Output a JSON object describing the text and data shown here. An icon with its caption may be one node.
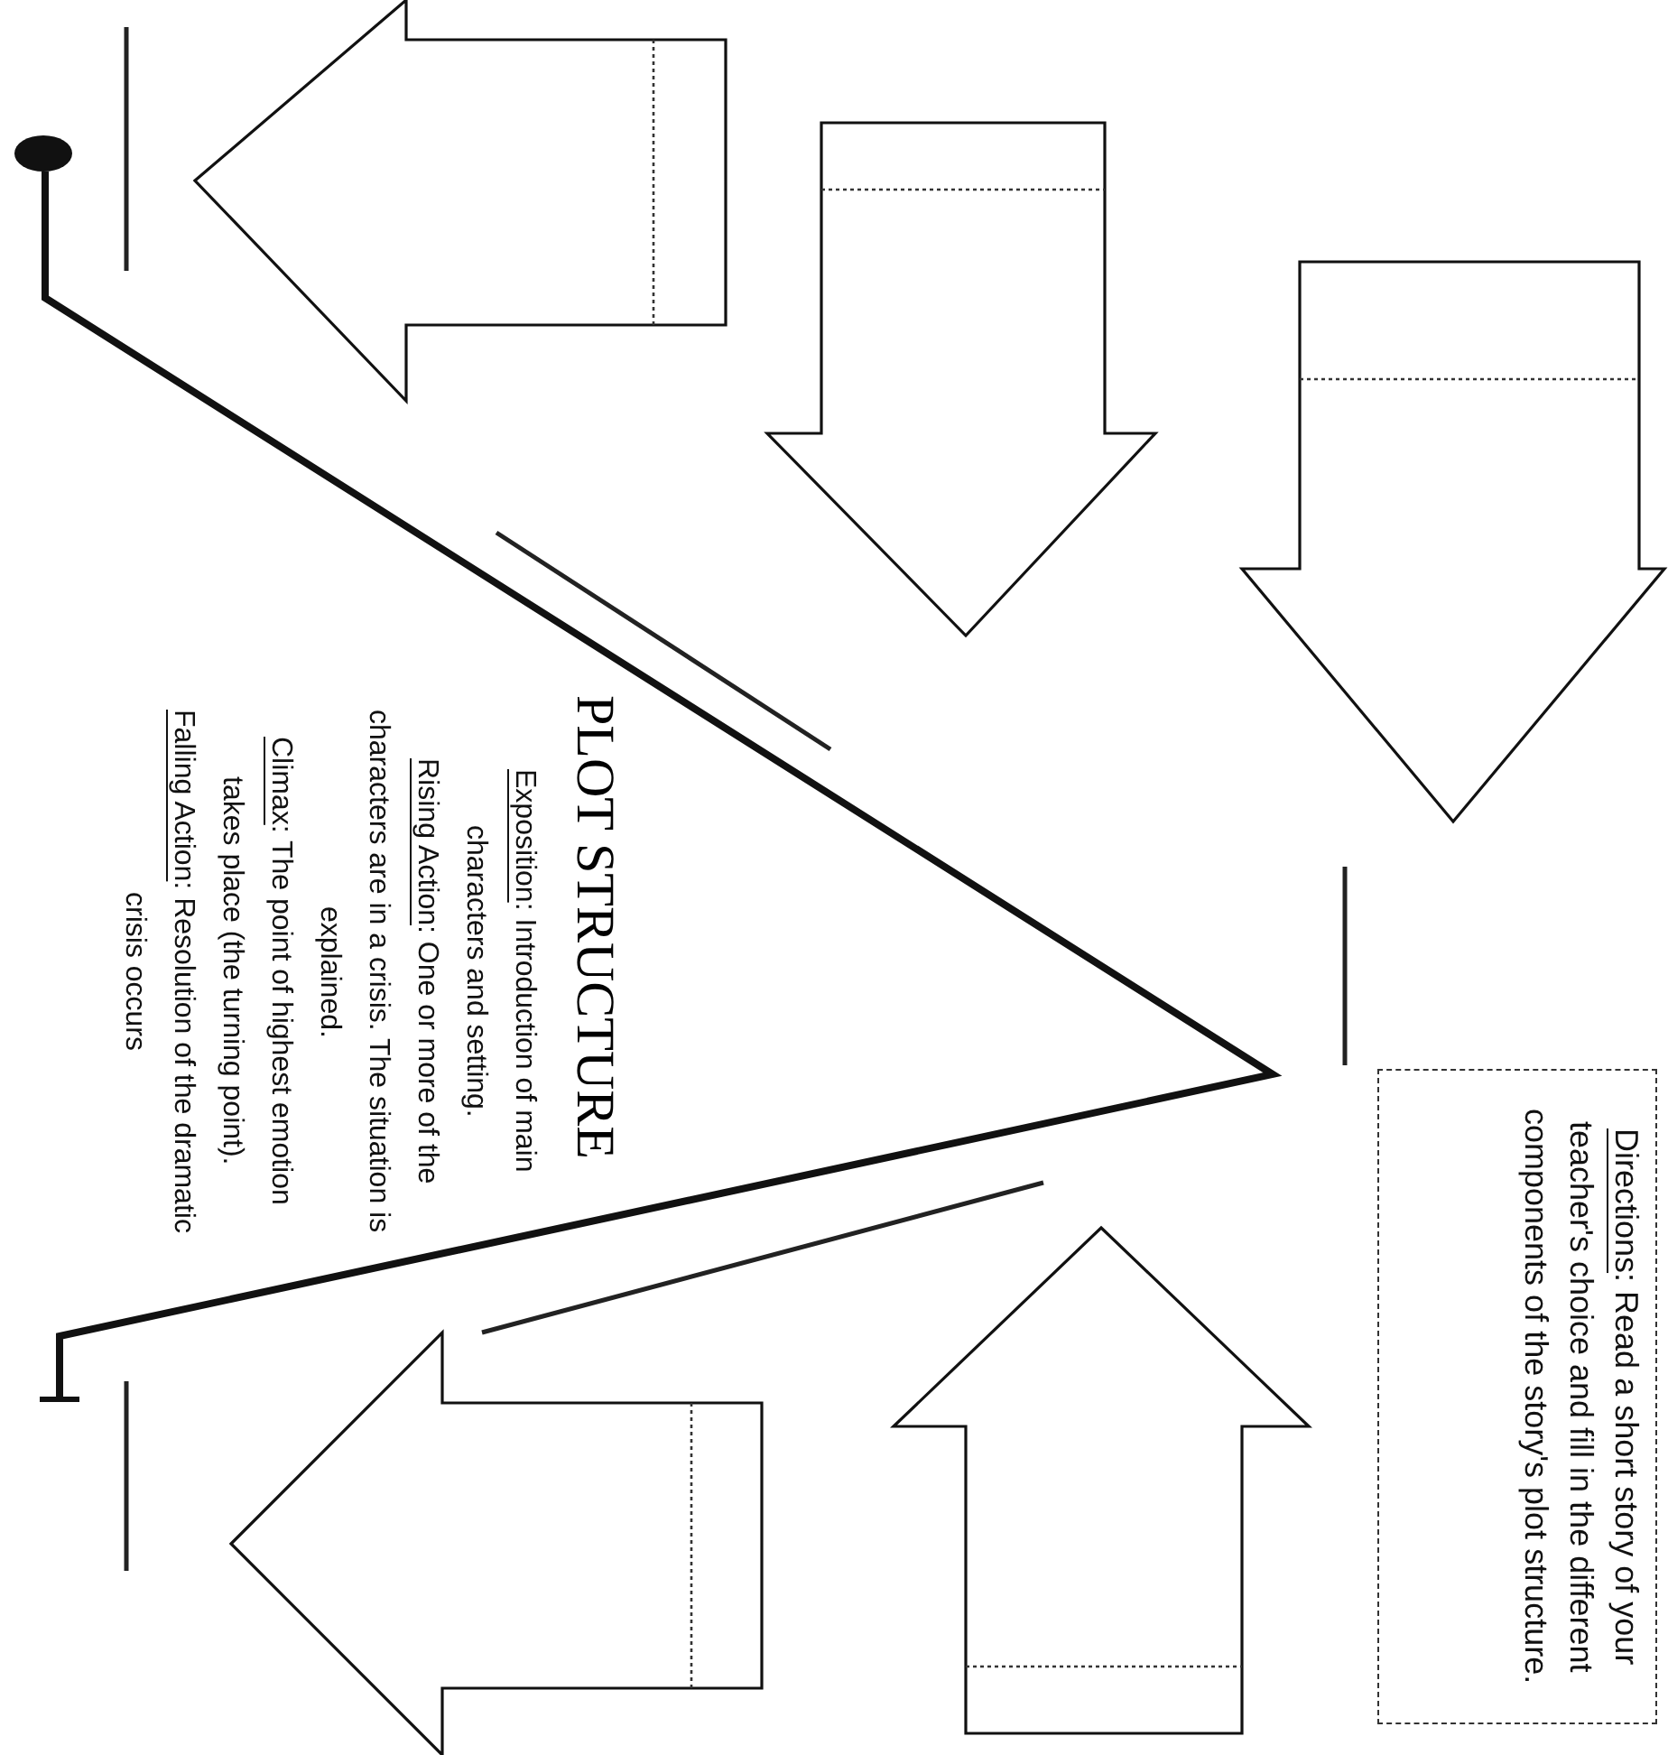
{
  "diagram": {
    "nodes": [
      {
        "text": [
          "Directions: Read a short story of your teacher's choice and fill in the different components of the story's plot structure."
        ]
      },
      {
        "text": [],
        "shape": "arrow"
      },
      {
        "text": [],
        "shape": "arrow"
      },
      {
        "text": [],
        "shape": "arrow"
      },
      {
        "text": [],
        "shape": "arrow"
      },
      {
        "text": [],
        "shape": "arrow"
      }
    ],
    "labels": [
      "PLOT STRUCTURE",
      "Exposition: Introduction of main characters and setting.",
      "Rising Action: One or more of the characters are in a crisis. The situation is explained.",
      "Climax: The point of highest emotion takes place (the turning point).",
      "Falling Action: Resolution of the dramatic crisis occurs"
    ]
  }
}
